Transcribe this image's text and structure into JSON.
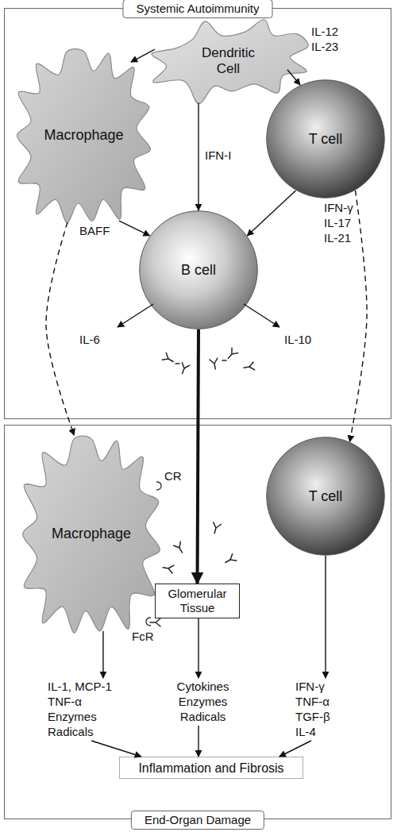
{
  "diagram": {
    "nodes": [
      {
        "text": [
          "Systemic Autoimmunity"
        ]
      },
      {
        "text": [
          "Dendritic Cell"
        ],
        "in": 0
      },
      {
        "text": [
          "Macrophage"
        ],
        "in": 0
      },
      {
        "text": [
          "T cell"
        ],
        "in": 0
      },
      {
        "text": [
          "B cell"
        ],
        "in": 0
      },
      {
        "text": [
          "End-Organ Damage"
        ]
      },
      {
        "text": [
          "Macrophage"
        ],
        "in": 5
      },
      {
        "text": [
          "Glomerular Tissue"
        ],
        "in": 5
      },
      {
        "text": [
          "T cell"
        ],
        "in": 5
      },
      {
        "text": [
          "Inflammation and Fibrosis"
        ],
        "in": 5
      }
    ],
    "edges": [
      {
        "from": 1,
        "to": 2,
        "arrow": "to"
      },
      {
        "from": 1,
        "to": 3,
        "label": "IL-12 IL-23",
        "arrow": "to"
      },
      {
        "from": 1,
        "to": 4,
        "label": "IFN-I",
        "arrow": "to"
      },
      {
        "from": 2,
        "to": 4,
        "label": "BAFF",
        "arrow": "to"
      },
      {
        "from": 3,
        "to": 4,
        "label": "IFN-γ IL-17 IL-21",
        "arrow": "to"
      },
      {
        "from": 2,
        "to": 6,
        "arrow": "to"
      },
      {
        "from": 3,
        "to": 8,
        "arrow": "to"
      },
      {
        "from": 4,
        "to": 7,
        "arrow": "to"
      },
      {
        "from": 6,
        "to": 9,
        "label": "IL-1, MCP-1 TNF-α Enzymes Radicals",
        "arrow": "to"
      },
      {
        "from": 7,
        "to": 9,
        "label": "Cytokines Enzymes Radicals",
        "arrow": "to"
      },
      {
        "from": 8,
        "to": 9,
        "label": "IFN-γ TNF-α TGF-β IL-4",
        "arrow": "to"
      }
    ],
    "labels": [
      "IL-6",
      "IL-10",
      "CR",
      "FcR"
    ]
  }
}
